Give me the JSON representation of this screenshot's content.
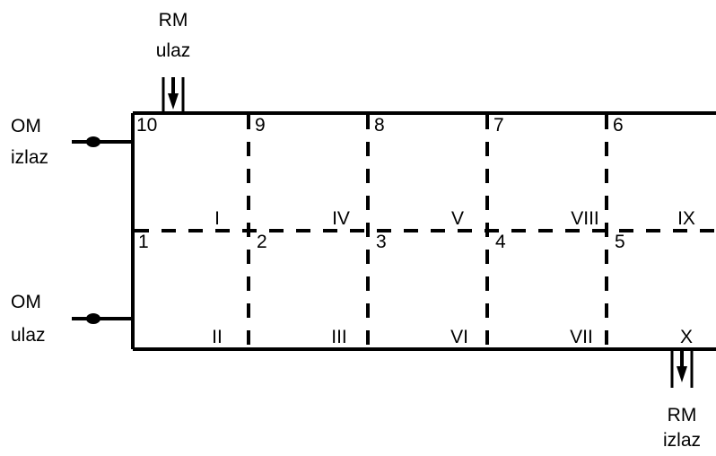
{
  "ports": {
    "rm_inlet": {
      "line1": "RM",
      "line2": "ulaz"
    },
    "rm_outlet": {
      "line1": "RM",
      "line2": "izlaz"
    },
    "om_outlet": {
      "line1": "OM",
      "line2": "izlaz"
    },
    "om_inlet": {
      "line1": "OM",
      "line2": "ulaz"
    }
  },
  "nodes": [
    "1",
    "2",
    "3",
    "4",
    "5",
    "6",
    "7",
    "8",
    "9",
    "10"
  ],
  "zones": [
    "I",
    "II",
    "III",
    "IV",
    "V",
    "VI",
    "VII",
    "VIII",
    "IX",
    "X"
  ],
  "colors": {
    "stroke": "#000000",
    "background": "#ffffff"
  }
}
